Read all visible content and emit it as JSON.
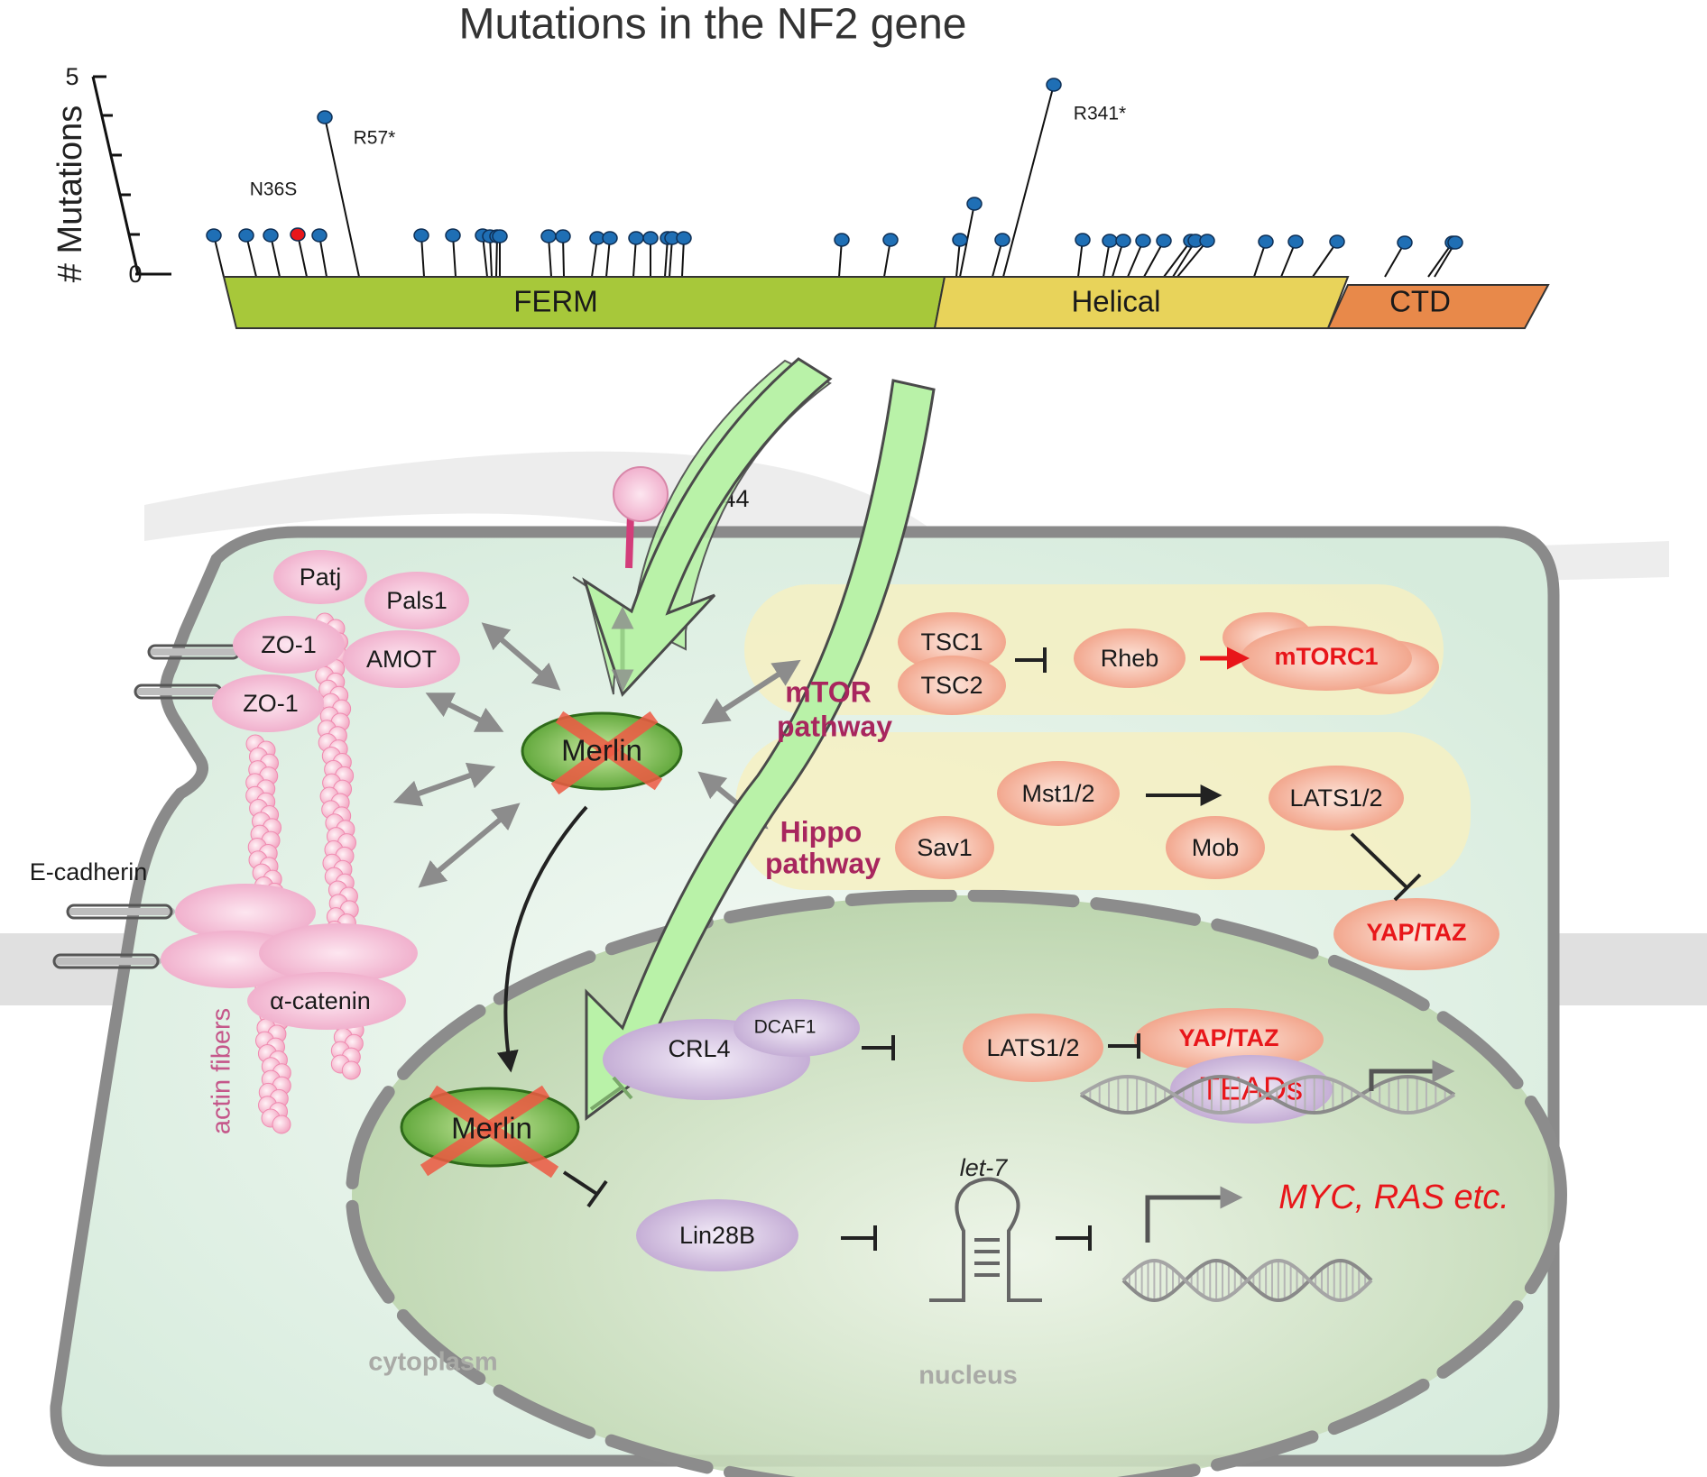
{
  "title": "Mutations in the NF2 gene",
  "lollipop": {
    "y_axis_label": "# Mutations",
    "y_min": "0",
    "y_max": "5",
    "annotated": {
      "n36s": "N36S",
      "r57": "R57*",
      "r341": "R341*"
    },
    "domains": {
      "ferm": "FERM",
      "helical": "Helical",
      "ctd": "CTD"
    }
  },
  "pathway": {
    "cd44": "CD44",
    "patj": "Patj",
    "pals1": "Pals1",
    "zo1_a": "ZO-1",
    "zo1_b": "ZO-1",
    "amot": "AMOT",
    "e_cadherin": "E-cadherin",
    "alpha_catenin": "α-catenin",
    "actin_fibers": "actin fibers",
    "merlin_cyto": "Merlin",
    "merlin_nuc": "Merlin",
    "tsc1": "TSC1",
    "tsc2": "TSC2",
    "rheb": "Rheb",
    "mtorc1": "mTORC1",
    "mtor_line1": "mTOR",
    "mtor_line2": "pathway",
    "hippo_line1": "Hippo",
    "hippo_line2": "pathway",
    "mst12": "Mst1/2",
    "lats12_cyto": "LATS1/2",
    "sav1": "Sav1",
    "mob": "Mob",
    "yaptaz_cyto": "YAP/TAZ",
    "crl4": "CRL4",
    "dcaf1": "DCAF1",
    "lats12_nuc": "LATS1/2",
    "yaptaz_nuc": "YAP/TAZ",
    "teads": "TEADs",
    "lin28b": "Lin28B",
    "let7": "let-7",
    "myc_ras": "MYC, RAS etc.",
    "cytoplasm": "cytoplasm",
    "nucleus": "nucleus"
  },
  "colors": {
    "ferm": "#a7c83a",
    "helical": "#e8d35a",
    "ctd": "#e8894a",
    "lollipop_blue": "#1f6fb5",
    "lollipop_red": "#e8161a",
    "pink_protein": "#f2b3cf",
    "salmon_protein": "#f4ad94",
    "purple_protein": "#c9b3d8",
    "cell": "#dceee2",
    "accent_red": "#e8161a",
    "pathway_label": "#a8265e",
    "merlin_green": "#6cb33f"
  }
}
